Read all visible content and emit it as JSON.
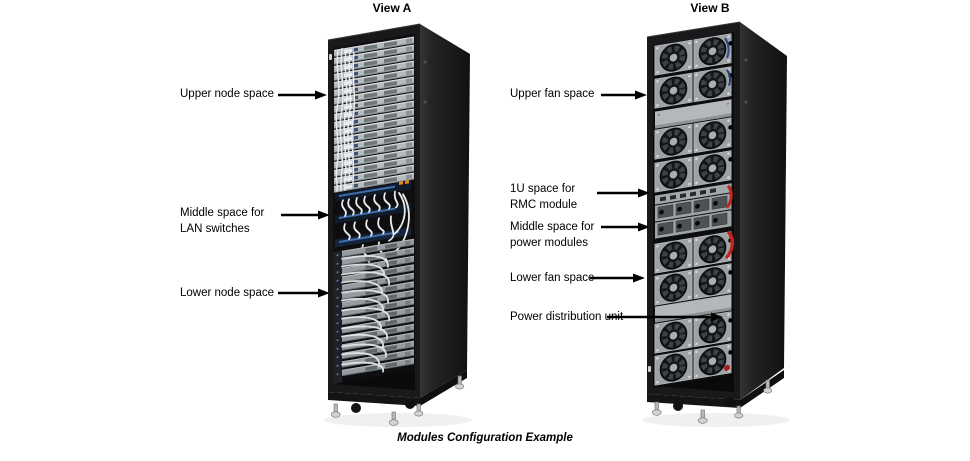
{
  "figure": {
    "caption": "Modules Configuration Example"
  },
  "view_a": {
    "title": "View A",
    "labels": [
      {
        "lines": [
          "Upper node space"
        ]
      },
      {
        "lines": [
          "Middle space for",
          "LAN switches"
        ]
      },
      {
        "lines": [
          "Lower node space"
        ]
      }
    ]
  },
  "view_b": {
    "title": "View B",
    "labels": [
      {
        "lines": [
          "Upper fan space"
        ]
      },
      {
        "lines": [
          "1U space for",
          "RMC module"
        ]
      },
      {
        "lines": [
          "Middle space for",
          "power modules"
        ]
      },
      {
        "lines": [
          "Lower fan space"
        ]
      },
      {
        "lines": [
          "Power distribution unit"
        ]
      }
    ]
  },
  "colors": {
    "text": "#000000",
    "background": "#ffffff",
    "arrow": "#000000"
  }
}
